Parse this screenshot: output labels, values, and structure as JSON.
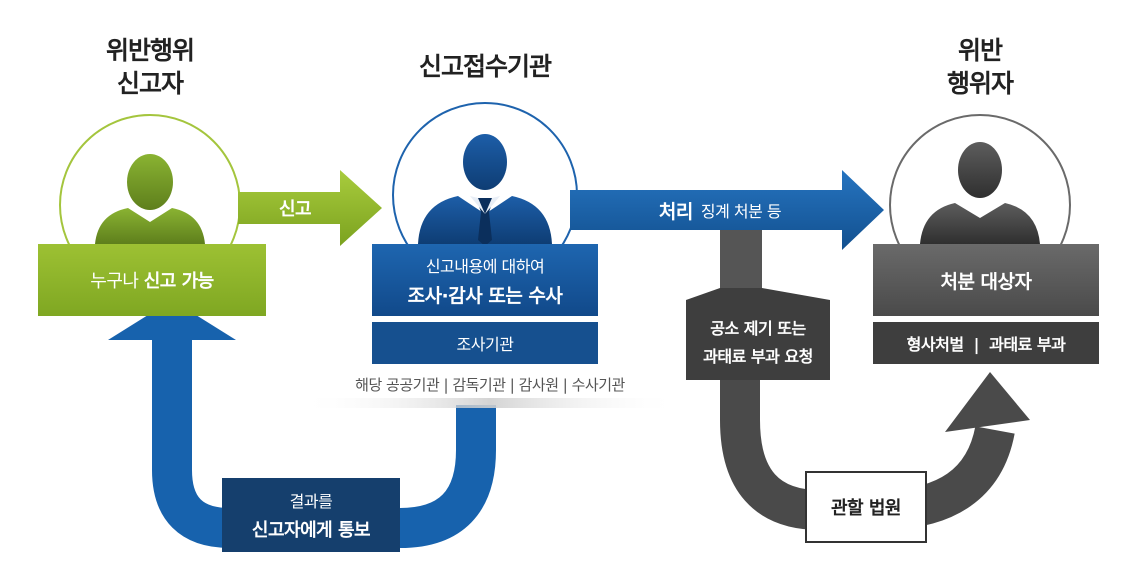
{
  "reporter": {
    "title_line1": "위반행위",
    "title_line2": "신고자",
    "box_prefix": "누구나 ",
    "box_bold": "신고 가능"
  },
  "agency": {
    "title": "신고접수기관",
    "box_line1": "신고내용에 대하여",
    "box_line2": "조사·감사 또는 수사",
    "sub_box": "조사기관",
    "orgs": "해당 공공기관 | 감독기관 | 감사원 | 수사기관"
  },
  "violator": {
    "title_line1": "위반",
    "title_line2": "행위자",
    "box": "처분 대상자",
    "sub_box": "형사처벌  |  과태료 부과"
  },
  "arrows": {
    "report": "신고",
    "process_bold": "처리",
    "process_detail": "징계 처분 등",
    "notify_line1": "결과를",
    "notify_line2": "신고자에게 통보",
    "prosecute_line1": "공소 제기 또는",
    "prosecute_line2": "과태료 부과 요청",
    "court": "관할 법원"
  },
  "colors": {
    "green": "#8db527",
    "blue": "#1a5ea6",
    "dark_blue": "#1d4e86",
    "gray": "#585858",
    "dark_gray": "#3c3c3c"
  }
}
